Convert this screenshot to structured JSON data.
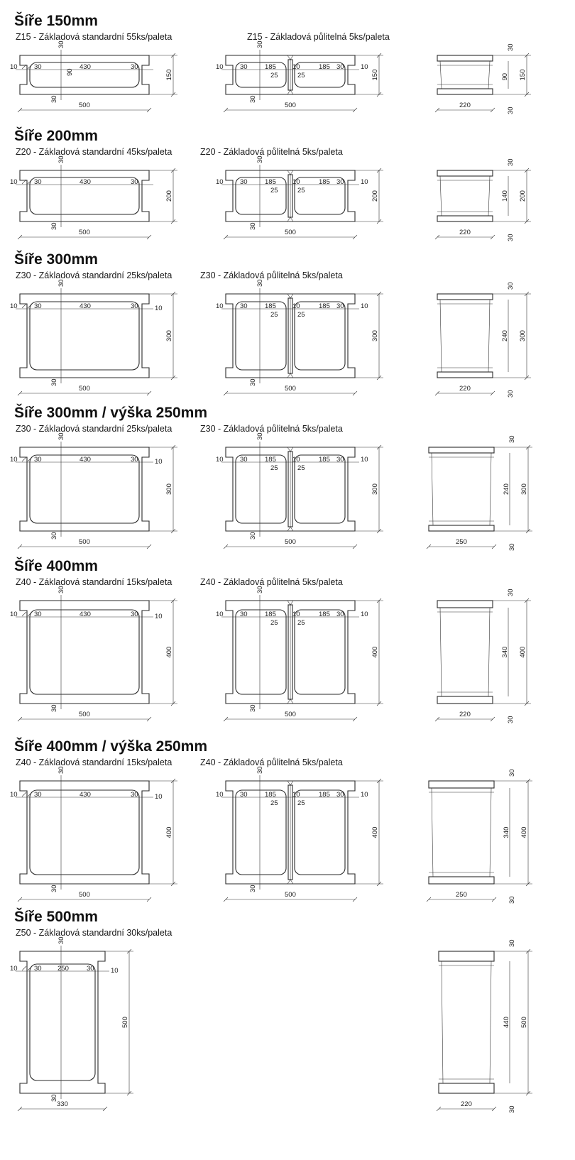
{
  "sections": [
    {
      "title": "Šíře 150mm",
      "variant": "short",
      "captions": {
        "standard": "Z15 - Základová standardní 55ks/paleta",
        "half": "Z15 - Základová půlitelná 5ks/paleta"
      },
      "dims": {
        "length": "500",
        "height": "150",
        "web_top": "30",
        "web_bottom": "30",
        "side_left": "10",
        "side_right": "10",
        "cavity_inset_left": "30",
        "cavity_inset_right": "30",
        "cavity_length": "430",
        "cavity_height": "90",
        "half_cavity": "185",
        "half_joint": "10",
        "half_split": "25",
        "side_height": "150",
        "side_cavity": "90",
        "side_flange_top": "30",
        "side_flange_bottom": "30",
        "side_width": "220"
      }
    },
    {
      "title": "Šíře 200mm",
      "variant": "short",
      "captions": {
        "standard": "Z20 - Základová standardní 45ks/paleta",
        "half": "Z20 - Základová půlitelná 5ks/paleta"
      },
      "dims": {
        "length": "500",
        "height": "200",
        "web_top": "30",
        "web_bottom": "30",
        "side_left": "10",
        "side_right": "10",
        "cavity_inset_left": "30",
        "cavity_inset_right": "30",
        "cavity_length": "430",
        "cavity_height": "",
        "half_cavity": "185",
        "half_joint": "10",
        "half_split": "25",
        "side_height": "200",
        "side_cavity": "140",
        "side_flange_top": "30",
        "side_flange_bottom": "30",
        "side_width": "220"
      }
    },
    {
      "title": "Šíře 300mm",
      "variant": "tall",
      "captions": {
        "standard": "Z30 - Základová standardní 25ks/paleta",
        "half": "Z30 - Základová půlitelná 5ks/paleta"
      },
      "dims": {
        "length": "500",
        "height": "300",
        "web_top": "30",
        "web_bottom": "30",
        "side_left": "10",
        "side_right": "10",
        "cavity_inset_left": "30",
        "cavity_inset_right": "30",
        "cavity_length": "430",
        "cavity_height": "",
        "half_cavity": "185",
        "half_joint": "10",
        "half_split": "25",
        "side_height": "300",
        "side_cavity": "240",
        "side_flange_top": "30",
        "side_flange_bottom": "30",
        "side_width": "220"
      }
    },
    {
      "title": "Šíře 300mm / výška 250mm",
      "variant": "tall",
      "captions": {
        "standard": "Z30 - Základová standardní 25ks/paleta",
        "half": "Z30 - Základová půlitelná 5ks/paleta"
      },
      "dims": {
        "length": "500",
        "height": "300",
        "web_top": "30",
        "web_bottom": "30",
        "side_left": "10",
        "side_right": "10",
        "cavity_inset_left": "30",
        "cavity_inset_right": "30",
        "cavity_length": "430",
        "cavity_height": "",
        "half_cavity": "185",
        "half_joint": "10",
        "half_split": "25",
        "side_height": "300",
        "side_cavity": "240",
        "side_flange_top": "30",
        "side_flange_bottom": "30",
        "side_width": "250"
      }
    },
    {
      "title": "Šíře 400mm",
      "variant": "tall",
      "captions": {
        "standard": "Z40 - Základová standardní 15ks/paleta",
        "half": "Z40 - Základová půlitelná 5ks/paleta"
      },
      "dims": {
        "length": "500",
        "height": "400",
        "web_top": "30",
        "web_bottom": "30",
        "side_left": "10",
        "side_right": "10",
        "cavity_inset_left": "30",
        "cavity_inset_right": "30",
        "cavity_length": "430",
        "cavity_height": "",
        "half_cavity": "185",
        "half_joint": "10",
        "half_split": "25",
        "side_height": "400",
        "side_cavity": "340",
        "side_flange_top": "30",
        "side_flange_bottom": "30",
        "side_width": "220"
      }
    },
    {
      "title": "Šíře 400mm / výška 250mm",
      "variant": "tall",
      "captions": {
        "standard": "Z40 - Základová standardní 15ks/paleta",
        "half": "Z40 - Základová půlitelná 5ks/paleta"
      },
      "dims": {
        "length": "500",
        "height": "400",
        "web_top": "30",
        "web_bottom": "30",
        "side_left": "10",
        "side_right": "10",
        "cavity_inset_left": "30",
        "cavity_inset_right": "30",
        "cavity_length": "430",
        "cavity_height": "",
        "half_cavity": "185",
        "half_joint": "10",
        "half_split": "25",
        "side_height": "400",
        "side_cavity": "340",
        "side_flange_top": "30",
        "side_flange_bottom": "30",
        "side_width": "250"
      }
    },
    {
      "title": "Šíře 500mm",
      "variant": "single",
      "captions": {
        "standard": "Z50 - Základová standardní 30ks/paleta",
        "half": ""
      },
      "dims": {
        "length": "330",
        "height": "500",
        "web_top": "30",
        "web_bottom": "30",
        "side_left": "10",
        "side_right": "10",
        "cavity_inset_left": "30",
        "cavity_inset_right": "30",
        "cavity_length": "250",
        "cavity_height": "",
        "half_cavity": "",
        "half_joint": "",
        "half_split": "",
        "side_height": "500",
        "side_cavity": "440",
        "side_flange_top": "30",
        "side_flange_bottom": "30",
        "side_width": "220"
      }
    }
  ]
}
